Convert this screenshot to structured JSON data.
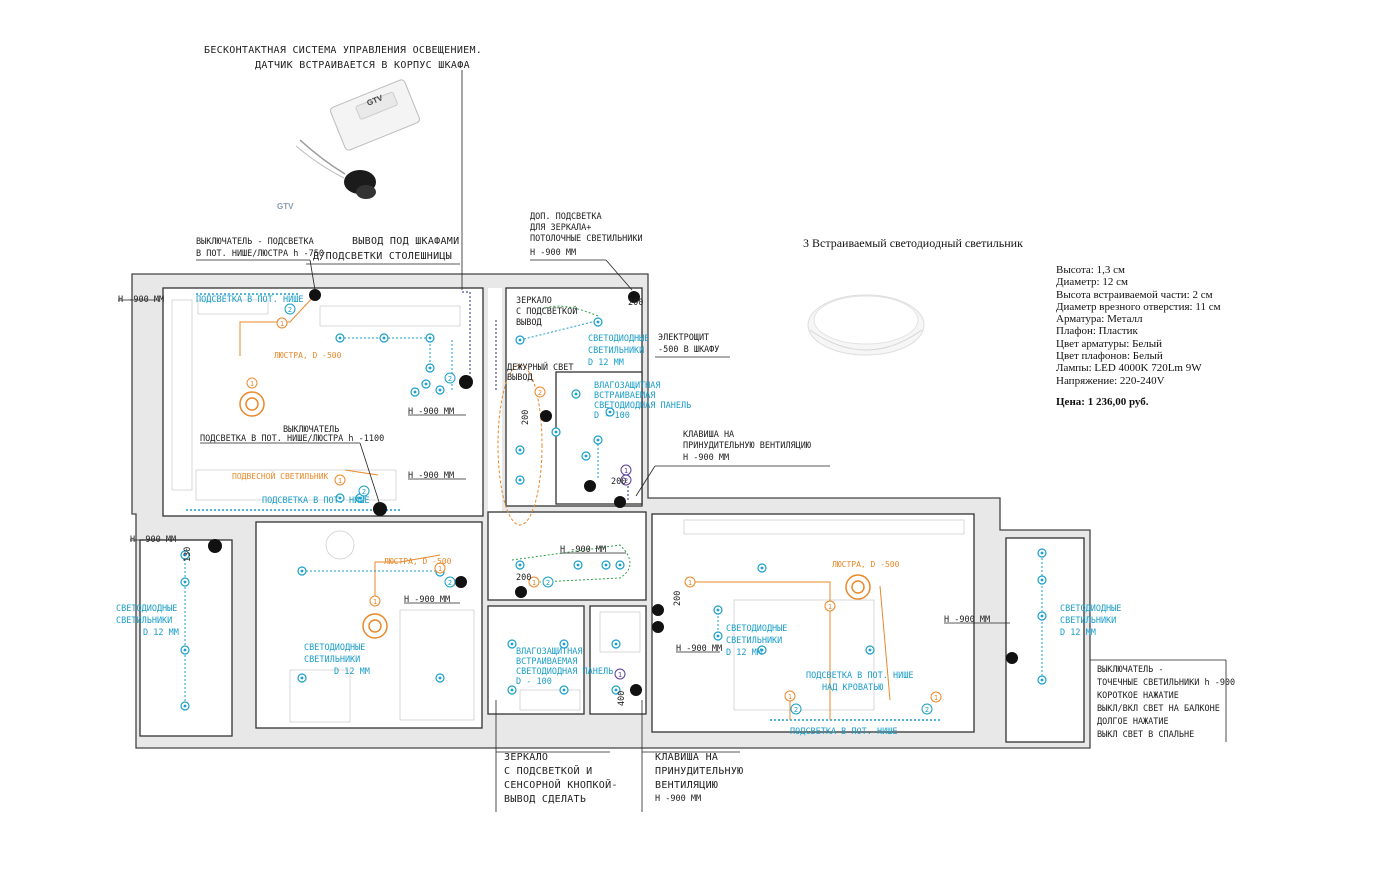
{
  "product": {
    "title": "3 Встраиваемый светодиодный светильник",
    "specs": [
      "Высота: 1,3  см",
      "Диаметр: 12 см",
      "Высота встраиваемой части: 2 см",
      "Диаметр врезного отверстия: 11 см",
      "Арматура: Металл",
      "Плафон: Пластик",
      "Цвет арматуры: Белый",
      "Цвет плафонов: Белый",
      "Лампы: LED 4000K 720Lm 9W",
      "Напряжение: 220-240V"
    ],
    "price": "Цена: 1 236,00 руб."
  },
  "sensor_note": {
    "line1": "БЕСКОНТАКТНАЯ СИСТЕМА УПРАВЛЕНИЯ ОСВЕЩЕНИЕМ.",
    "line2": "ДАТЧИК ВСТРАИВАЕТСЯ В КОРПУС ШКАФА",
    "brand": "GTV",
    "device_brand": "GTV"
  },
  "callouts": {
    "switch_niche_l1": "ВЫКЛЮЧАТЕЛЬ - ПОДСВЕТКА",
    "switch_niche_l2": "В ПОТ. НИШЕ/ЛЮСТРА h -750",
    "cabinet_out_l1": "ВЫВОД ПОД ШКАФАМИ",
    "cabinet_out_l2": "Д/ПОДСВЕТКИ СТОЛЕШНИЦЫ",
    "mirror_top_l1": "ДОП. ПОДСВЕТКА",
    "mirror_top_l2": "ДЛЯ ЗЕРКАЛА+",
    "mirror_top_l3": "ПОТОЛОЧНЫЕ СВЕТИЛЬНИКИ",
    "mirror_top_l4": "H -900 ММ",
    "mirror_out_l1": "ЗЕРКАЛО",
    "mirror_out_l2": "С ПОДСВЕТКОЙ",
    "mirror_out_l3": "ВЫВОД",
    "panel_l1": "ЭЛЕКТРОЩИТ",
    "panel_l2": "-500 В ШКАФУ",
    "vent_top_l1": "КЛАВИША НА",
    "vent_top_l2": "ПРИНУДИТЕЛЬНУЮ ВЕНТИЛЯЦИЮ",
    "vent_top_l3": "H -900 ММ",
    "switch_kitchen_l1": "ВЫКЛЮЧАТЕЛЬ",
    "switch_kitchen_l2": "ПОДСВЕТКА В ПОТ. НИШЕ/ЛЮСТРА h -1100",
    "mirror_bottom_l1": "ЗЕРКАЛО",
    "mirror_bottom_l2": "С ПОДСВЕТКОЙ И",
    "mirror_bottom_l3": "СЕНСОРНОЙ КНОПКОЙ-",
    "mirror_bottom_l4": "ВЫВОД СДЕЛАТЬ",
    "vent_bottom_l1": "КЛАВИША НА",
    "vent_bottom_l2": "ПРИНУДИТЕЛЬНУЮ",
    "vent_bottom_l3": "ВЕНТИЛЯЦИЮ",
    "vent_bottom_l4": "H -900 ММ",
    "balcony_sw_l1": "ВЫКЛЮЧАТЕЛЬ -",
    "balcony_sw_l2": "ТОЧЕЧНЫЕ СВЕТИЛЬНИКИ h -900",
    "balcony_sw_l3": "КОРОТКОЕ НАЖАТИЕ",
    "balcony_sw_l4": "ВЫКЛ/ВКЛ СВЕТ НА БАЛКОНЕ",
    "balcony_sw_l5": "ДОЛГОЕ НАЖАТИЕ",
    "balcony_sw_l6": "ВЫКЛ СВЕТ В СПАЛЬНЕ"
  },
  "plan_labels": {
    "h900": "H -900 ММ",
    "h900_left": "H -900-ММ",
    "niche_light": "ПОДСВЕТКА В ПОТ. НИШЕ",
    "niche_light_bed_l1": "ПОДСВЕТКА В ПОТ. НИШЕ",
    "niche_light_bed_l2": "НАД КРОВАТЬЮ",
    "chandelier": "ЛЮСТРА, D -500",
    "pendant": "ПОДВЕСНОЙ СВЕТИЛЬНИК",
    "led_l1": "СВЕТОДИОДНЫЕ",
    "led_l2": "СВЕТИЛЬНИКИ",
    "led_d": "D 12 ММ",
    "moist_l1": "ВЛАГОЗАЩИТНАЯ",
    "moist_l2": "ВСТРАИВАЕМАЯ",
    "moist_l3": "СВЕТОДИОДНАЯ ПАНЕЛЬ",
    "moist_d": "D - 100",
    "duty_l1": "ДЕЖУРНЫЙ СВЕТ",
    "duty_l2": "ВЫВОД",
    "dim200": "200",
    "dim130": "130",
    "dim400": "400",
    "n1": "1",
    "n2": "2"
  }
}
